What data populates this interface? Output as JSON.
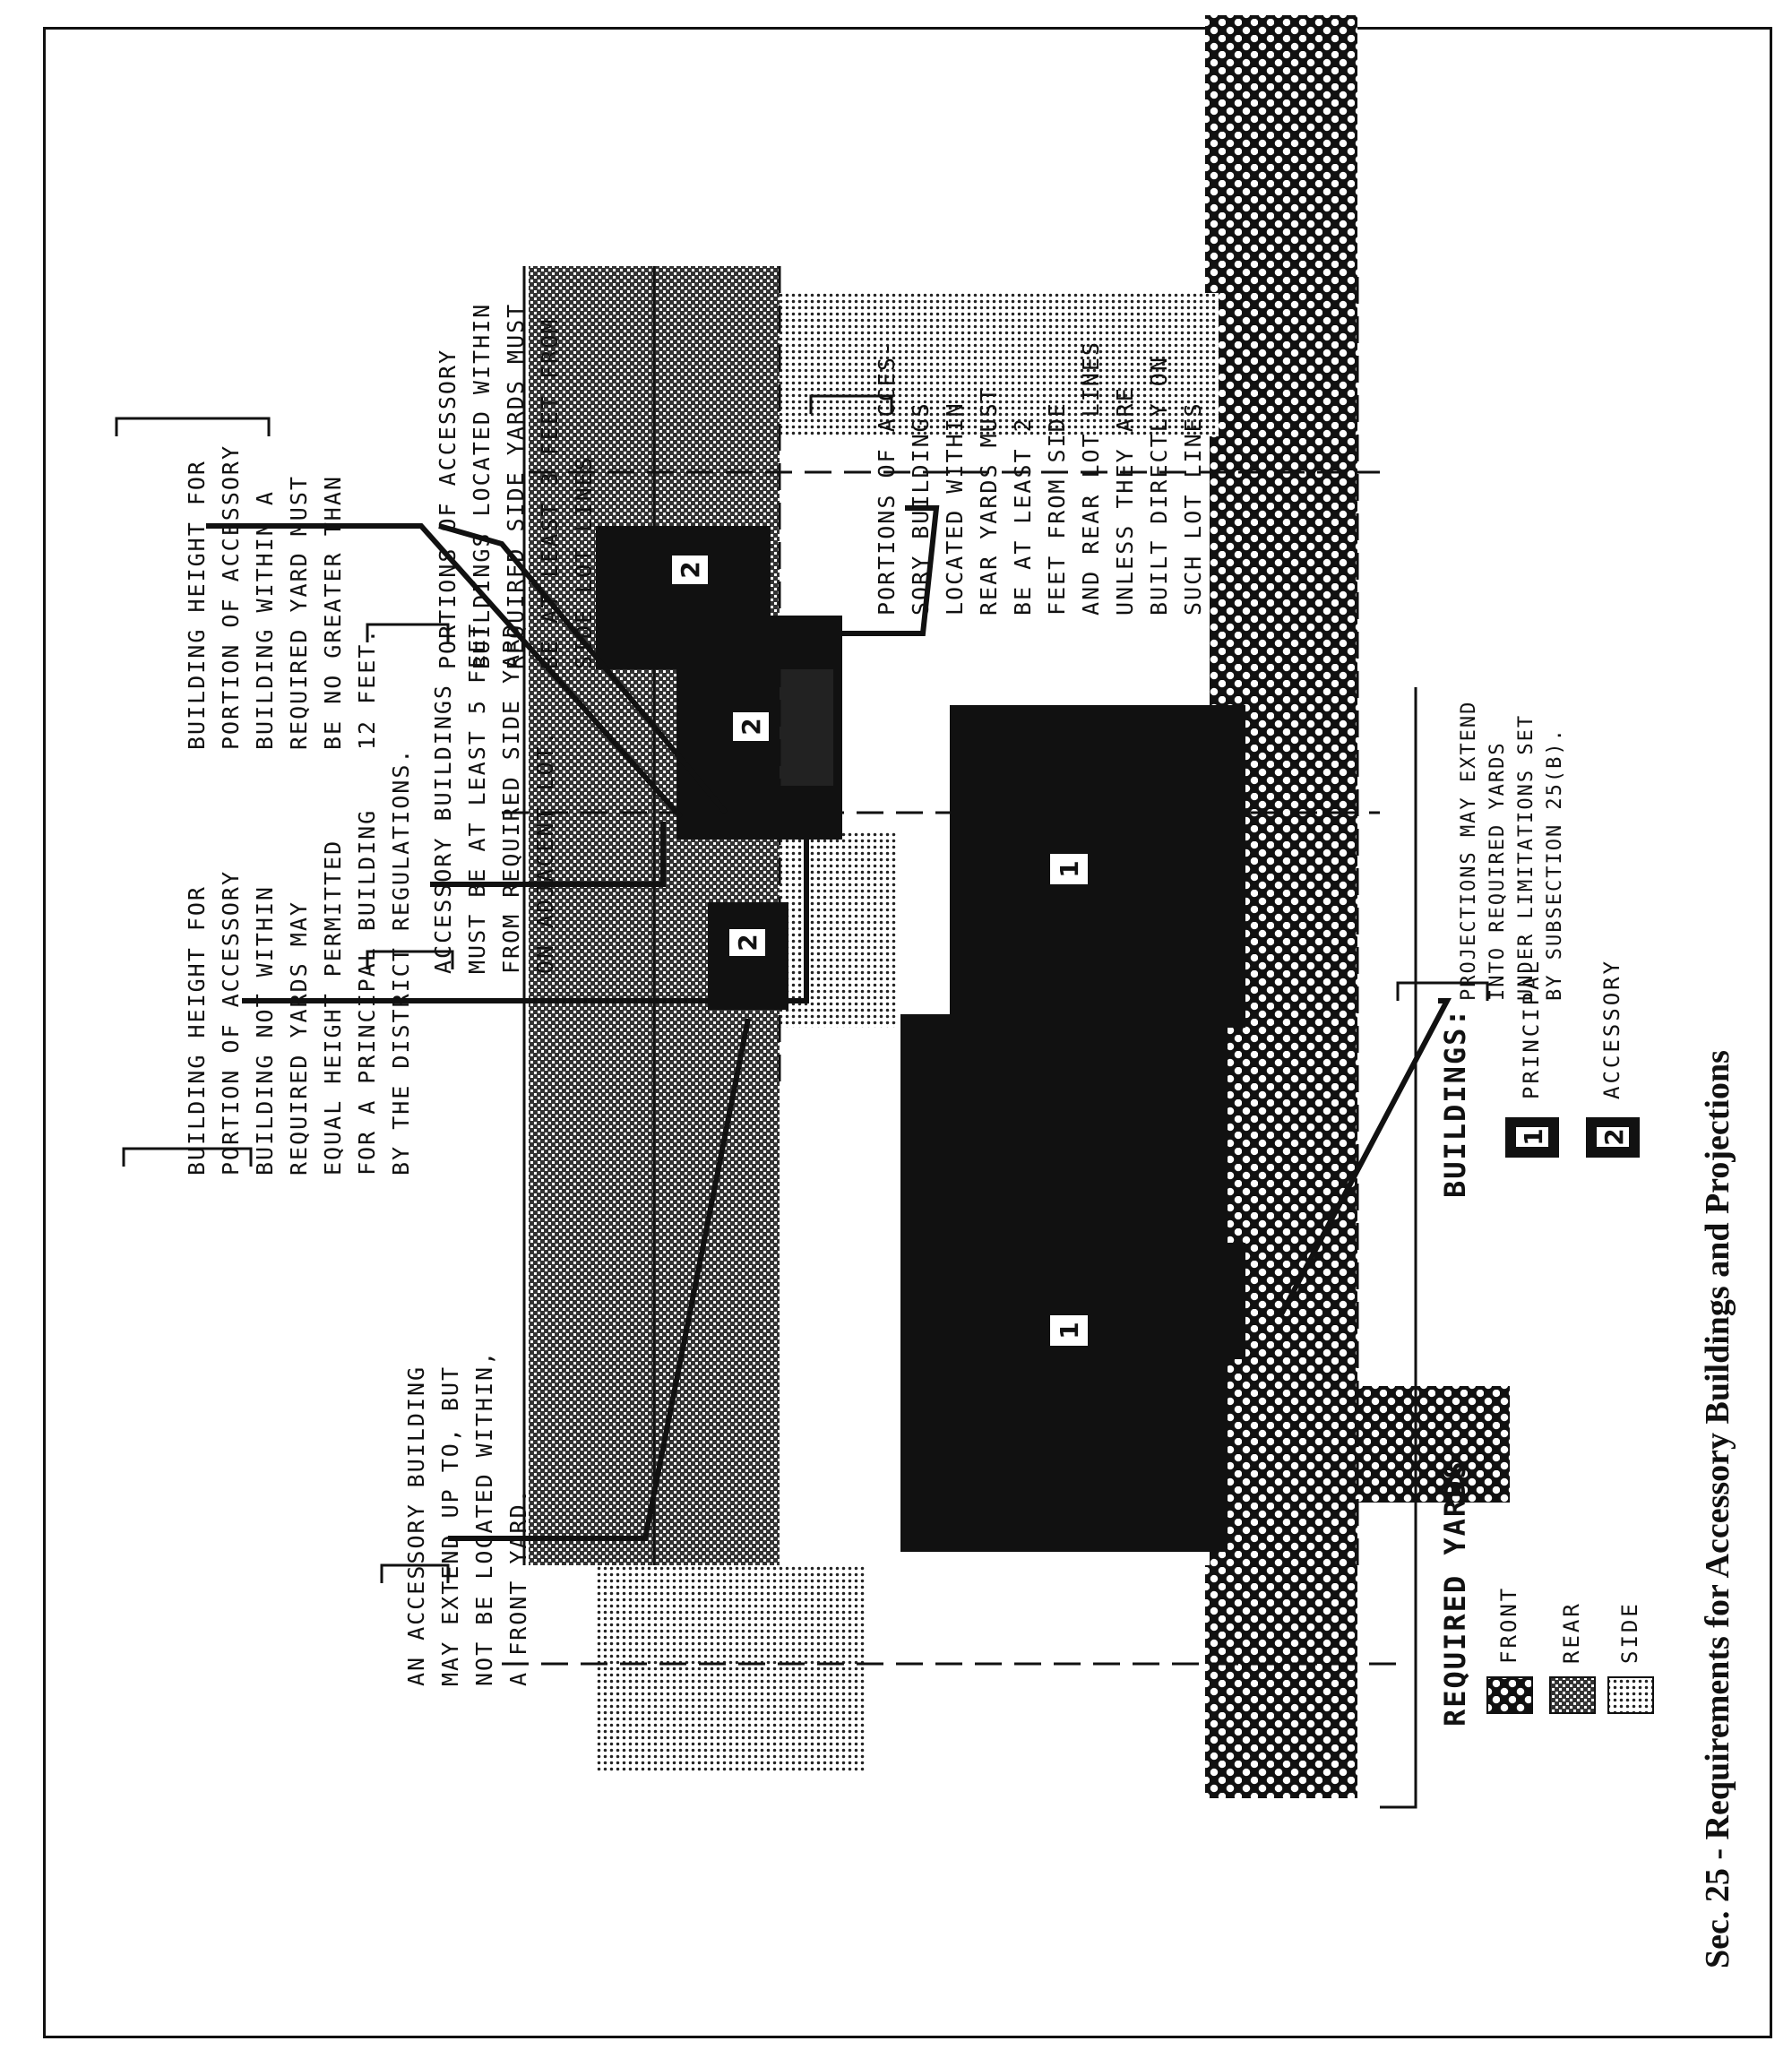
{
  "caption": "Sec. 25 - Requirements for Accessory Buildings and Projections",
  "notes": {
    "front_yard": [
      "AN ACCESSORY BUILDING",
      "MAY EXTEND UP TO, BUT",
      "NOT BE LOCATED WITHIN,",
      "A FRONT YARD."
    ],
    "height_outside_yards": [
      "BUILDING HEIGHT FOR",
      "PORTION OF ACCESSORY",
      "BUILDING NOT WITHIN",
      "REQUIRED YARDS MAY",
      "EQUAL HEIGHT PERMITTED",
      "FOR A PRINCIPAL BUILDING",
      "BY THE DISTRICT REGULATIONS."
    ],
    "five_feet_adjacent": [
      "ACCESSORY BUILDINGS",
      "MUST BE AT LEAST 5 FEET",
      "FROM REQUIRED SIDE YARD",
      "ON ADJACENT LOT."
    ],
    "height_within_yard": [
      "BUILDING HEIGHT FOR",
      "PORTION OF ACCESSORY",
      "BUILDING WITHIN A",
      "REQUIRED YARD MUST",
      "BE NO GREATER THAN",
      "12 FEET."
    ],
    "side_yards": [
      "PORTIONS OF ACCESSORY",
      "BUILDINGS LOCATED WITHIN",
      "REQUIRED SIDE YARDS MUST",
      "BE AT LEAST 3 FEET FROM",
      "SIDE LOT LINES"
    ],
    "rear_yards": [
      "PORTIONS OF ACCES-",
      "SORY BUILDINGS",
      "LOCATED WITHIN",
      "REAR YARDS MUST",
      "BE AT LEAST 2",
      "FEET FROM SIDE",
      "AND REAR LOT LINES",
      "UNLESS THEY ARE",
      "BUILT DIRECTLY ON",
      "SUCH LOT LINES"
    ],
    "projections": [
      "PROJECTIONS MAY EXTEND",
      "INTO REQUIRED YARDS",
      "UNDER LIMITATIONS SET",
      "BY SUBSECTION 25(B)."
    ]
  },
  "legend": {
    "yards_title": "REQUIRED YARDS",
    "yards": [
      {
        "label": "FRONT",
        "pattern": "front"
      },
      {
        "label": "REAR",
        "pattern": "rear"
      },
      {
        "label": "SIDE",
        "pattern": "side"
      }
    ],
    "buildings_title": "BUILDINGS:",
    "buildings": [
      {
        "number": "1",
        "label": "PRINCIPAL"
      },
      {
        "number": "2",
        "label": "ACCESSORY"
      }
    ]
  },
  "building_labels": {
    "principal": "1",
    "accessory": "2"
  },
  "colors": {
    "ink": "#111111",
    "paper": "#ffffff"
  }
}
